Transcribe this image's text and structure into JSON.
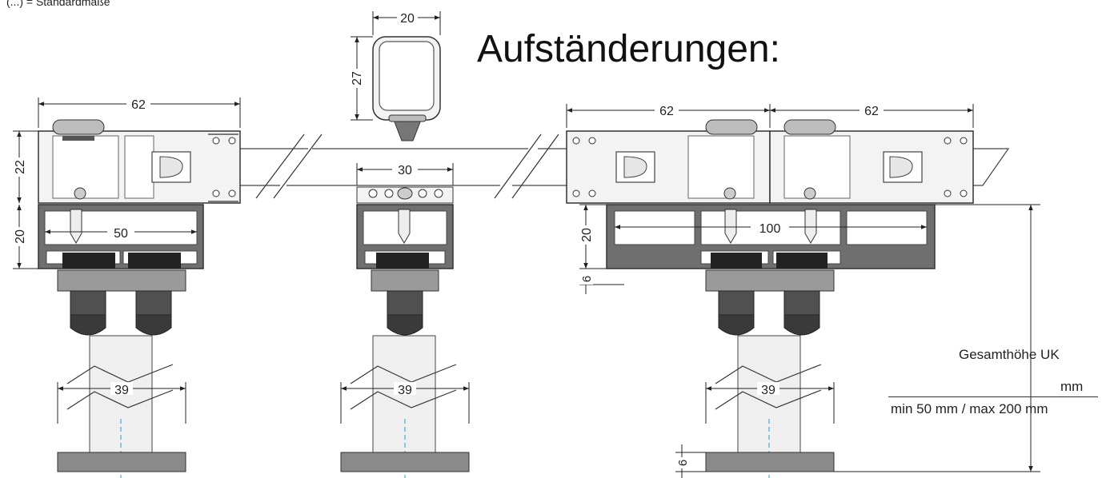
{
  "note": "(...) = Standardmaße",
  "heading": "Aufständerungen:",
  "dims": {
    "top_profile_width": "20",
    "top_profile_height": "27",
    "left_panel_width": "62",
    "left_panel_height": "22",
    "left_rail_height": "20",
    "left_rail_width": "50",
    "left_post_width": "39",
    "mid_rail_width": "30",
    "mid_post_width": "39",
    "right_panel_a_width": "62",
    "right_panel_b_width": "62",
    "right_rail_height": "20",
    "right_rail_width": "100",
    "right_rail_wall": "6",
    "right_post_width": "39",
    "base_plate_height": "6"
  },
  "height_label": "Gesamthöhe UK",
  "height_unit": "mm",
  "height_range": "min 50 mm / max 200 mm",
  "colors": {
    "profile_fill": "#f3f3f3",
    "rail_fill": "#6f6f6f",
    "clamp_fill": "#9a9a9a",
    "nut_fill": "#505050",
    "post_fill": "#efefef",
    "base_fill": "#8a8a8a",
    "centerline": "#1aa3d6"
  }
}
